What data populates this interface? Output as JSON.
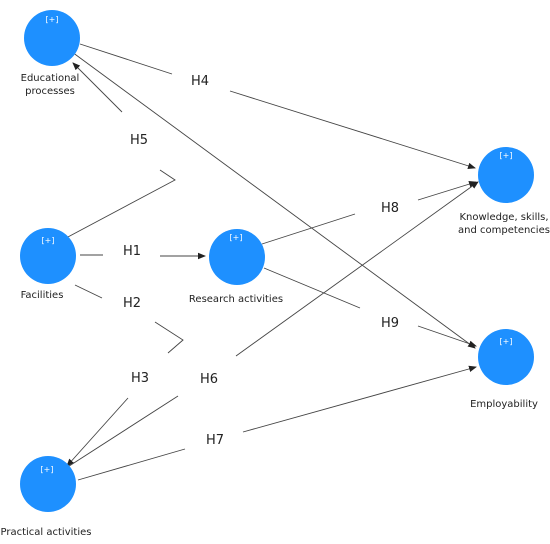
{
  "colors": {
    "node_fill": "#1E90FF",
    "line": "#444444",
    "text": "#222222",
    "background": "#ffffff"
  },
  "plus_sign": "[+]",
  "nodes": {
    "educational": {
      "label_lines": [
        "Educational",
        "processes"
      ]
    },
    "facilities": {
      "label_lines": [
        "Facilities"
      ]
    },
    "research": {
      "label_lines": [
        "Research activities"
      ]
    },
    "practical": {
      "label_lines": [
        "Practical activities"
      ]
    },
    "knowledge": {
      "label_lines": [
        "Knowledge, skills,",
        "and competencies"
      ]
    },
    "employability": {
      "label_lines": [
        "Employability"
      ]
    }
  },
  "hypotheses": {
    "h1": "H1",
    "h2": "H2",
    "h3": "H3",
    "h4": "H4",
    "h5": "H5",
    "h6": "H6",
    "h7": "H7",
    "h8": "H8",
    "h9": "H9"
  }
}
